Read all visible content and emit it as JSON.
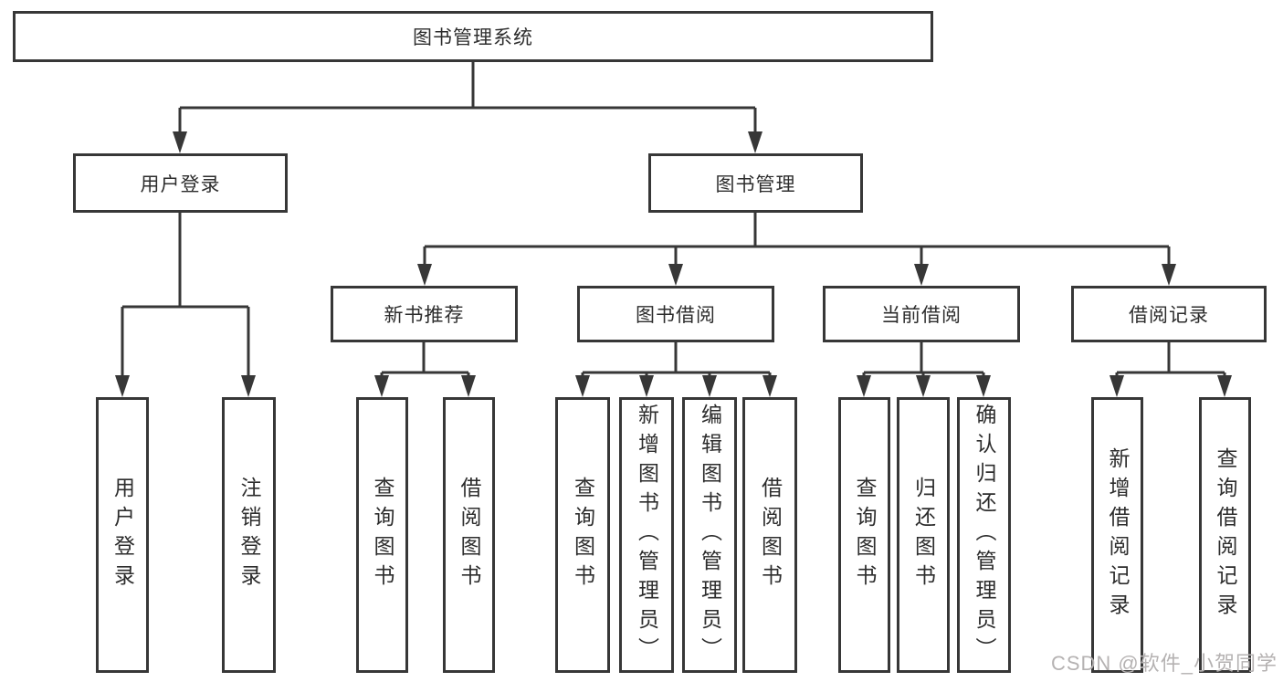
{
  "diagram": {
    "tree": {
      "label": "图书管理系统",
      "children": [
        {
          "label": "用户登录",
          "children": [
            {
              "label": "用户登录"
            },
            {
              "label": "注销登录"
            }
          ]
        },
        {
          "label": "图书管理",
          "children": [
            {
              "label": "新书推荐",
              "children": [
                {
                  "label": "查询图书"
                },
                {
                  "label": "借阅图书"
                }
              ]
            },
            {
              "label": "图书借阅",
              "children": [
                {
                  "label": "查询图书"
                },
                {
                  "label": "新增图书（管理员）"
                },
                {
                  "label": "编辑图书（管理员）"
                },
                {
                  "label": "借阅图书"
                }
              ]
            },
            {
              "label": "当前借阅",
              "children": [
                {
                  "label": "查询图书"
                },
                {
                  "label": "归还图书"
                },
                {
                  "label": "确认归还（管理员）"
                }
              ]
            },
            {
              "label": "借阅记录",
              "children": [
                {
                  "label": "新增借阅记录"
                },
                {
                  "label": "查询借阅记录"
                }
              ]
            }
          ]
        }
      ]
    }
  },
  "watermark": {
    "text": "CSDN @软件_小贺同学"
  },
  "colors": {
    "line": "#373737",
    "box_border": "#373737",
    "text": "#2d2d2d",
    "watermark_text": "#b5b2b2",
    "background": "#ffffff"
  }
}
